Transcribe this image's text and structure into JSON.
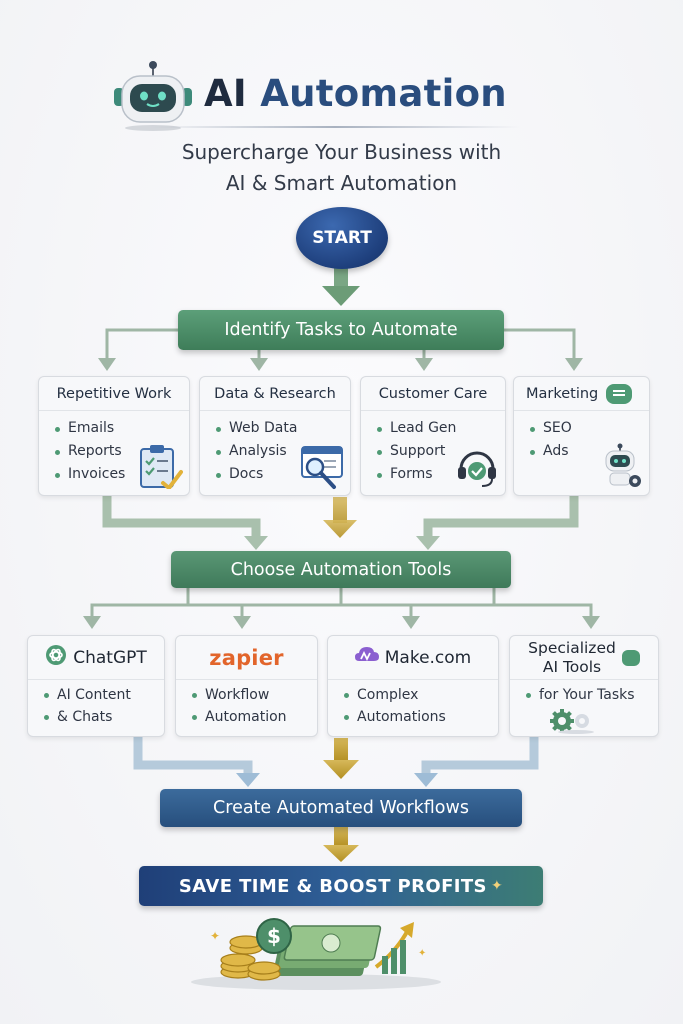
{
  "header": {
    "title_ai": "AI",
    "title_rest": "Automation",
    "subtitle_line1": "Supercharge Your Business with",
    "subtitle_line2": "AI & Smart Automation",
    "logo_icon": "robot-icon"
  },
  "flow": {
    "start": "START",
    "identify": "Identify Tasks to Automate",
    "choose": "Choose Automation Tools",
    "create": "Create Automated Workflows",
    "save": "SAVE TIME & BOOST PROFITS"
  },
  "task_cards": [
    {
      "title": "Repetitive Work",
      "items": [
        "Emails",
        "Reports",
        "Invoices"
      ],
      "icon": "clipboard-checklist-icon"
    },
    {
      "title": "Data & Research",
      "items": [
        "Web Data",
        "Analysis",
        "Docs"
      ],
      "icon": "magnifier-browser-icon"
    },
    {
      "title": "Customer Care",
      "items": [
        "Lead Gen",
        "Support",
        "Forms"
      ],
      "icon": "headset-icon"
    },
    {
      "title": "Marketing",
      "items": [
        "SEO",
        "Ads"
      ],
      "icon": "robot-icon"
    }
  ],
  "tool_cards": [
    {
      "name": "ChatGPT",
      "items": [
        "AI Content",
        "& Chats"
      ],
      "icon": "openai-icon"
    },
    {
      "name": "zapier",
      "items": [
        "Workflow",
        "Automation"
      ]
    },
    {
      "name": "Make.com",
      "items": [
        "Complex",
        "Automations"
      ],
      "icon": "make-logo-icon"
    },
    {
      "name_line1": "Specialized",
      "name_line2": "AI Tools",
      "items": [
        "for Your Tasks"
      ],
      "icon": "gear-icon"
    }
  ],
  "footer_icon": "money-stack-icon",
  "colors": {
    "green": "#4e8f6a",
    "blue": "#2a4d7e",
    "navy": "#1e3f7c",
    "gold": "#c9a63a",
    "zapier_orange": "#e2652b"
  }
}
